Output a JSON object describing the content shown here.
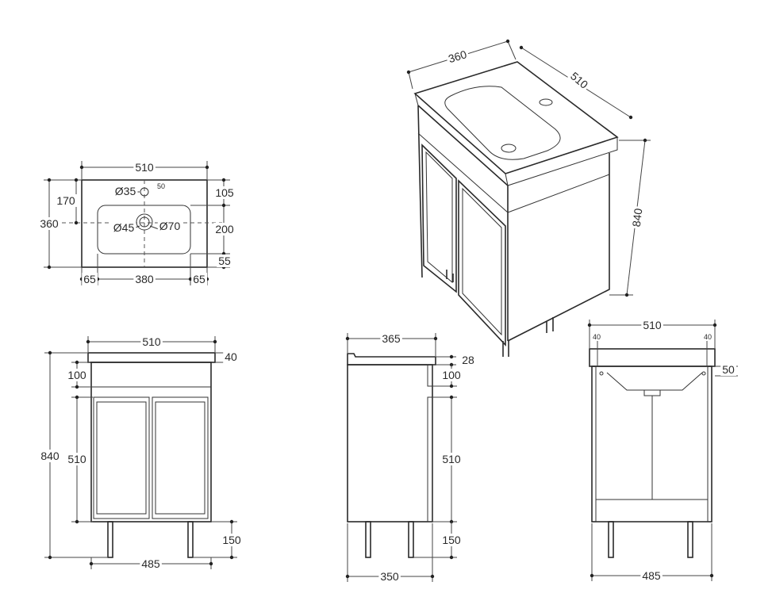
{
  "plan": {
    "width": "510",
    "depth": "360",
    "front_gap": "170",
    "tap_offset": "105",
    "bowl": "200",
    "rear_gap": "55",
    "tap_side": "50",
    "margin_left": "65",
    "bowl_width": "380",
    "margin_right": "65",
    "tap_hole": "Ø35",
    "waste_inner": "Ø45",
    "waste_outer": "Ø70"
  },
  "iso": {
    "depth": "360",
    "width": "510",
    "height": "840"
  },
  "front": {
    "top_width": "510",
    "top_thickness": "40",
    "drawer": "100",
    "doors": "510",
    "total_height": "840",
    "legs": "150",
    "base_width": "485"
  },
  "side": {
    "top_depth": "365",
    "top_thickness": "28",
    "drawer": "100",
    "doors": "510",
    "legs": "150",
    "base_depth": "350"
  },
  "back": {
    "top_width": "510",
    "inset_left": "40",
    "inset_right": "40",
    "top_offset": "50",
    "base_width": "485"
  }
}
